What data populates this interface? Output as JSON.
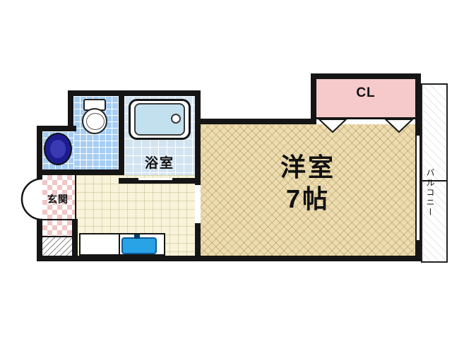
{
  "rooms": {
    "main_room": {
      "name_line1": "洋室",
      "name_line2": "7帖"
    },
    "bathroom": {
      "label": "浴室"
    },
    "closet": {
      "label": "CL"
    },
    "balcony": {
      "label": "バルコニー"
    },
    "entrance": {
      "label": "玄関"
    }
  },
  "icons": {
    "toilet": "toilet-fixture-icon",
    "bathtub": "bathtub-icon",
    "wash_basin": "wash-basin-icon",
    "kitchen_sink": "kitchen-sink-icon",
    "entrance_door": "door-swing-arc-icon",
    "closet_doors": "folding-door-triangles-icon"
  },
  "colors": {
    "wall": "#151515",
    "main_room_floor": "#ecdcb0",
    "closet_fill": "#f6c9cb",
    "toilet_tile": "#a6cdf2",
    "bath_tile": "#d3e4f0",
    "kitchen_floor": "#f8f3da",
    "entrance_checker_pink": "#f0c6c6",
    "basin": "#1c1c90",
    "kitchen_sink": "#2aa2e6",
    "tub_water": "#c2e0ee"
  }
}
